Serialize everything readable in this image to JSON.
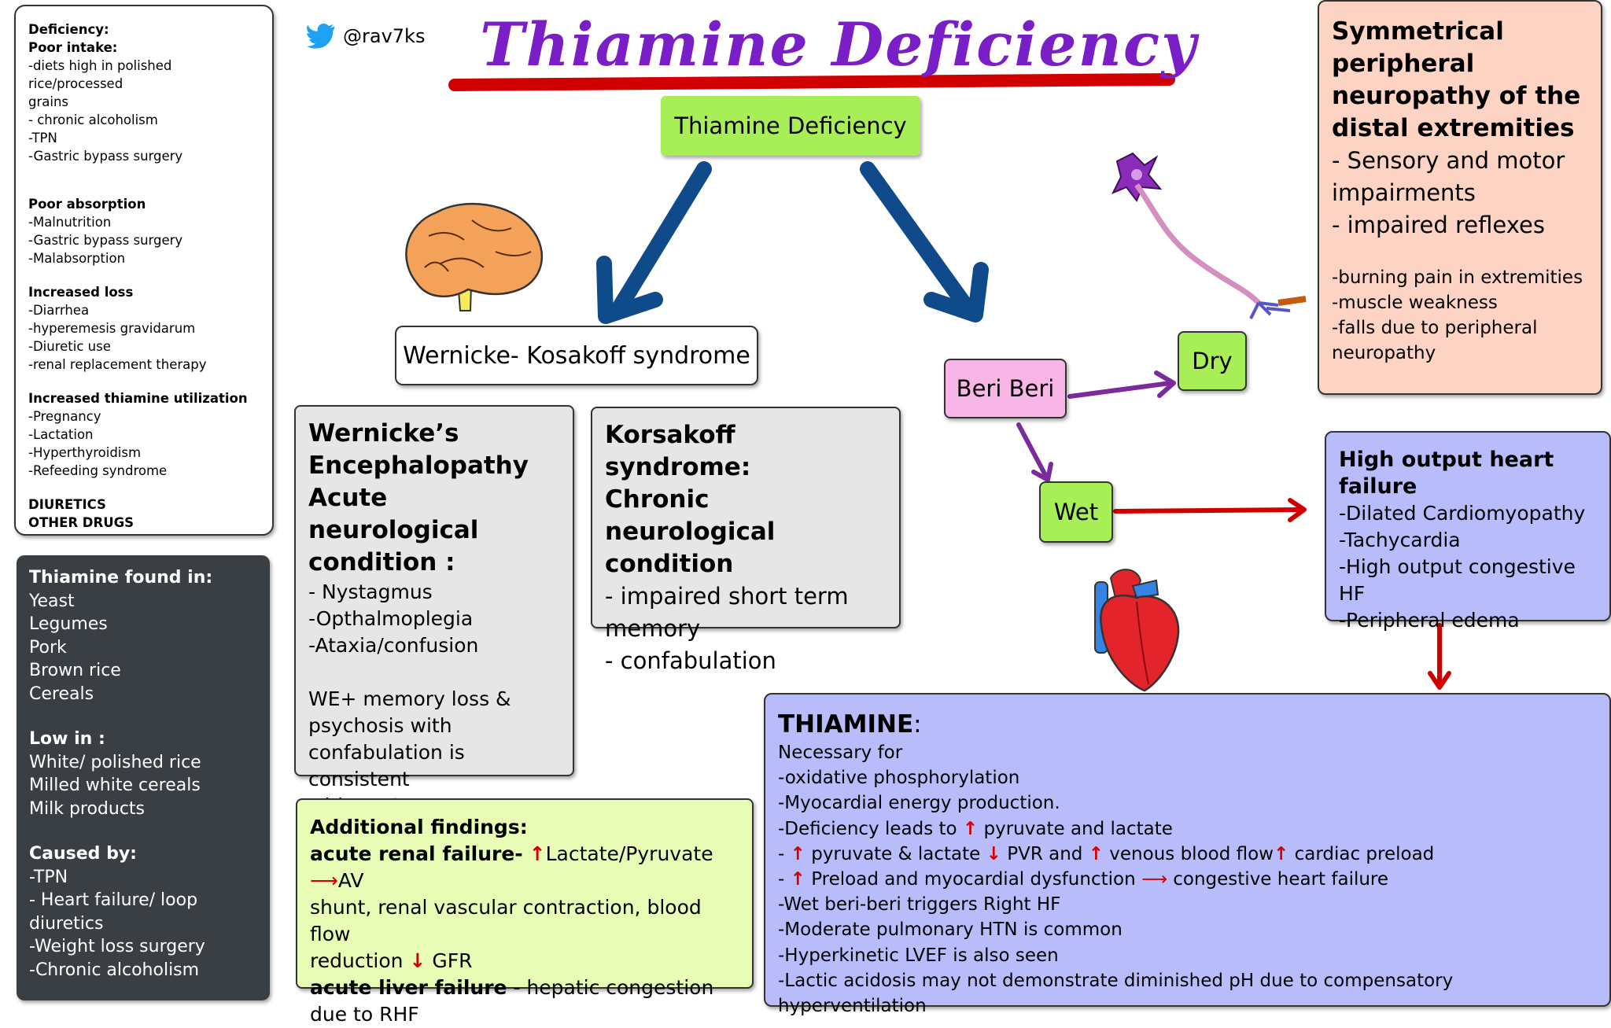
{
  "handle": "@rav7ks",
  "title": "Thiamine Deficiency",
  "colors": {
    "title": "#7a1fc7",
    "underline": "#d00000",
    "green_node": "#a8ee57",
    "pink_node": "#f7b6e6",
    "blue_arrow": "#0f4a8a",
    "purple_arrow": "#7b2b9e",
    "red_arrow": "#d00000",
    "neuro_box": "#fdd4c4",
    "heart_box": "#b8bcfa",
    "additional_box": "#e8fcb6",
    "dark_box": "#3a3f44"
  },
  "deficiency_box": {
    "heading": "Deficiency:",
    "poor_intake": {
      "heading": "Poor intake:",
      "items": [
        "-diets high in polished rice/processed",
        "grains",
        "- chronic alcoholism",
        "-TPN",
        "-Gastric bypass surgery"
      ]
    },
    "poor_absorption": {
      "heading": "Poor absorption",
      "items": [
        "-Malnutrition",
        "-Gastric bypass surgery",
        "-Malabsorption"
      ]
    },
    "increased_loss": {
      "heading": "Increased loss",
      "items": [
        "-Diarrhea",
        "-hyperemesis gravidarum",
        "-Diuretic use",
        "-renal replacement therapy"
      ]
    },
    "increased_utilization": {
      "heading": "Increased thiamine utilization",
      "items": [
        "-Pregnancy",
        "-Lactation",
        "-Hyperthyroidism",
        "-Refeeding syndrome"
      ]
    },
    "drugs": [
      "DIURETICS",
      "OTHER DRUGS"
    ]
  },
  "sources_box": {
    "found_heading": "Thiamine found in:",
    "found_items": [
      "Yeast",
      "Legumes",
      "Pork",
      "Brown rice",
      "Cereals"
    ],
    "low_heading": "Low in :",
    "low_items": [
      "White/ polished rice",
      "Milled white cereals",
      "Milk products"
    ],
    "caused_heading": "Caused by:",
    "caused_items": [
      "-TPN",
      "- Heart failure/ loop",
      "diuretics",
      "-Weight loss surgery",
      "-Chronic alcoholism"
    ]
  },
  "nodes": {
    "root": "Thiamine Deficiency",
    "wks": "Wernicke- Kosakoff syndrome",
    "beriberi": "Beri Beri",
    "dry": "Dry",
    "wet": "Wet"
  },
  "wernicke_box": {
    "heading_lines": [
      "Wernicke’s",
      "Encephalopathy",
      "Acute neurological",
      "condition :"
    ],
    "items": [
      "- Nystagmus",
      "-Opthalmoplegia",
      "-Ataxia/confusion"
    ],
    "note_lines": [
      "WE+ memory loss &",
      "psychosis with",
      "confabulation is consistent",
      "with WKS"
    ]
  },
  "korsakoff_box": {
    "heading_lines": [
      "Korsakoff syndrome:",
      "Chronic neurological",
      "condition"
    ],
    "items": [
      "- impaired short term",
      "memory",
      "- confabulation"
    ]
  },
  "additional_box": {
    "heading": "Additional findings:",
    "arf_label": "acute renal failure-",
    "arf_text1": "Lactate/Pyruvate",
    "arf_text2": "AV",
    "arf_line2": "shunt, renal vascular contraction, blood flow",
    "arf_line3_a": "reduction",
    "arf_line3_b": "GFR",
    "alf_label": "acute liver failure",
    "alf_text": " - hepatic congestion",
    "alf_line2": "due to RHF"
  },
  "neuro_box": {
    "heading_lines": [
      "Symmetrical",
      "peripheral",
      "neuropathy of the",
      "distal extremities"
    ],
    "items": [
      "- Sensory and motor",
      "impairments",
      "- impaired reflexes"
    ],
    "small_items": [
      "-burning pain in extremities",
      "-muscle weakness",
      "-falls due to peripheral",
      "neuropathy"
    ]
  },
  "heart_box": {
    "heading_lines": [
      "High output heart",
      "failure"
    ],
    "items": [
      "-Dilated Cardiomyopathy",
      "-Tachycardia",
      "-High output congestive HF",
      "-Peripheral edema"
    ]
  },
  "thiamine_box": {
    "heading": "THIAMINE",
    "heading_suffix": ":",
    "l1": "Necessary for",
    "l2": "-oxidative phosphorylation",
    "l3": "-Myocardial energy production.",
    "l4a": "-Deficiency leads to ",
    "l4b": " pyruvate and lactate",
    "l5a": "- ",
    "l5b": " pyruvate & lactate ",
    "l5c": " PVR and ",
    "l5d": " venous blood flow",
    "l5e": " cardiac preload",
    "l6a": "- ",
    "l6b": " Preload and myocardial dysfunction ",
    "l6c": " congestive heart failure",
    "l7": "-Wet beri-beri triggers Right HF",
    "l8": "-Moderate pulmonary HTN is common",
    "l9": "-Hyperkinetic LVEF is also seen",
    "l10": "-Lactic acidosis may not demonstrate diminished pH due to compensatory hyperventilation"
  },
  "glyphs": {
    "up": "↑",
    "down": "↓",
    "long_arrow": "⟶"
  }
}
